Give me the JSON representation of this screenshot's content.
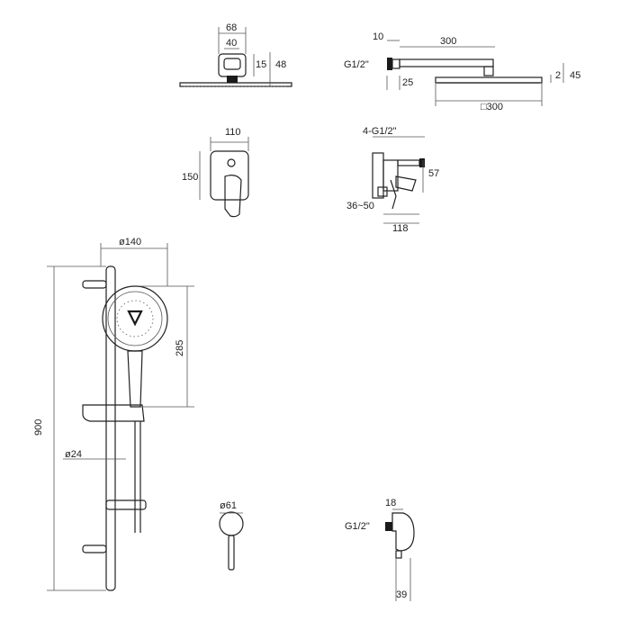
{
  "dimensions": {
    "head_top_width_outer": "68",
    "head_top_width_inner": "40",
    "head_top_h1": "15",
    "head_top_h2": "48",
    "arm_wall_offset": "10",
    "arm_length": "300",
    "arm_thread": "G1/2\"",
    "arm_flange": "25",
    "arm_head_thickness": "2",
    "arm_drop": "45",
    "arm_head_square": "□300",
    "mixer_width": "110",
    "mixer_height": "150",
    "valve_thread": "4-G1/2\"",
    "valve_depth": "57",
    "valve_adjust": "36~50",
    "valve_width": "118",
    "hand_diameter": "ø140",
    "hand_length": "285",
    "rail_height": "900",
    "rail_diameter": "ø24",
    "knob_diameter": "ø61",
    "elbow_width": "18",
    "elbow_thread": "G1/2\"",
    "elbow_height": "39"
  }
}
